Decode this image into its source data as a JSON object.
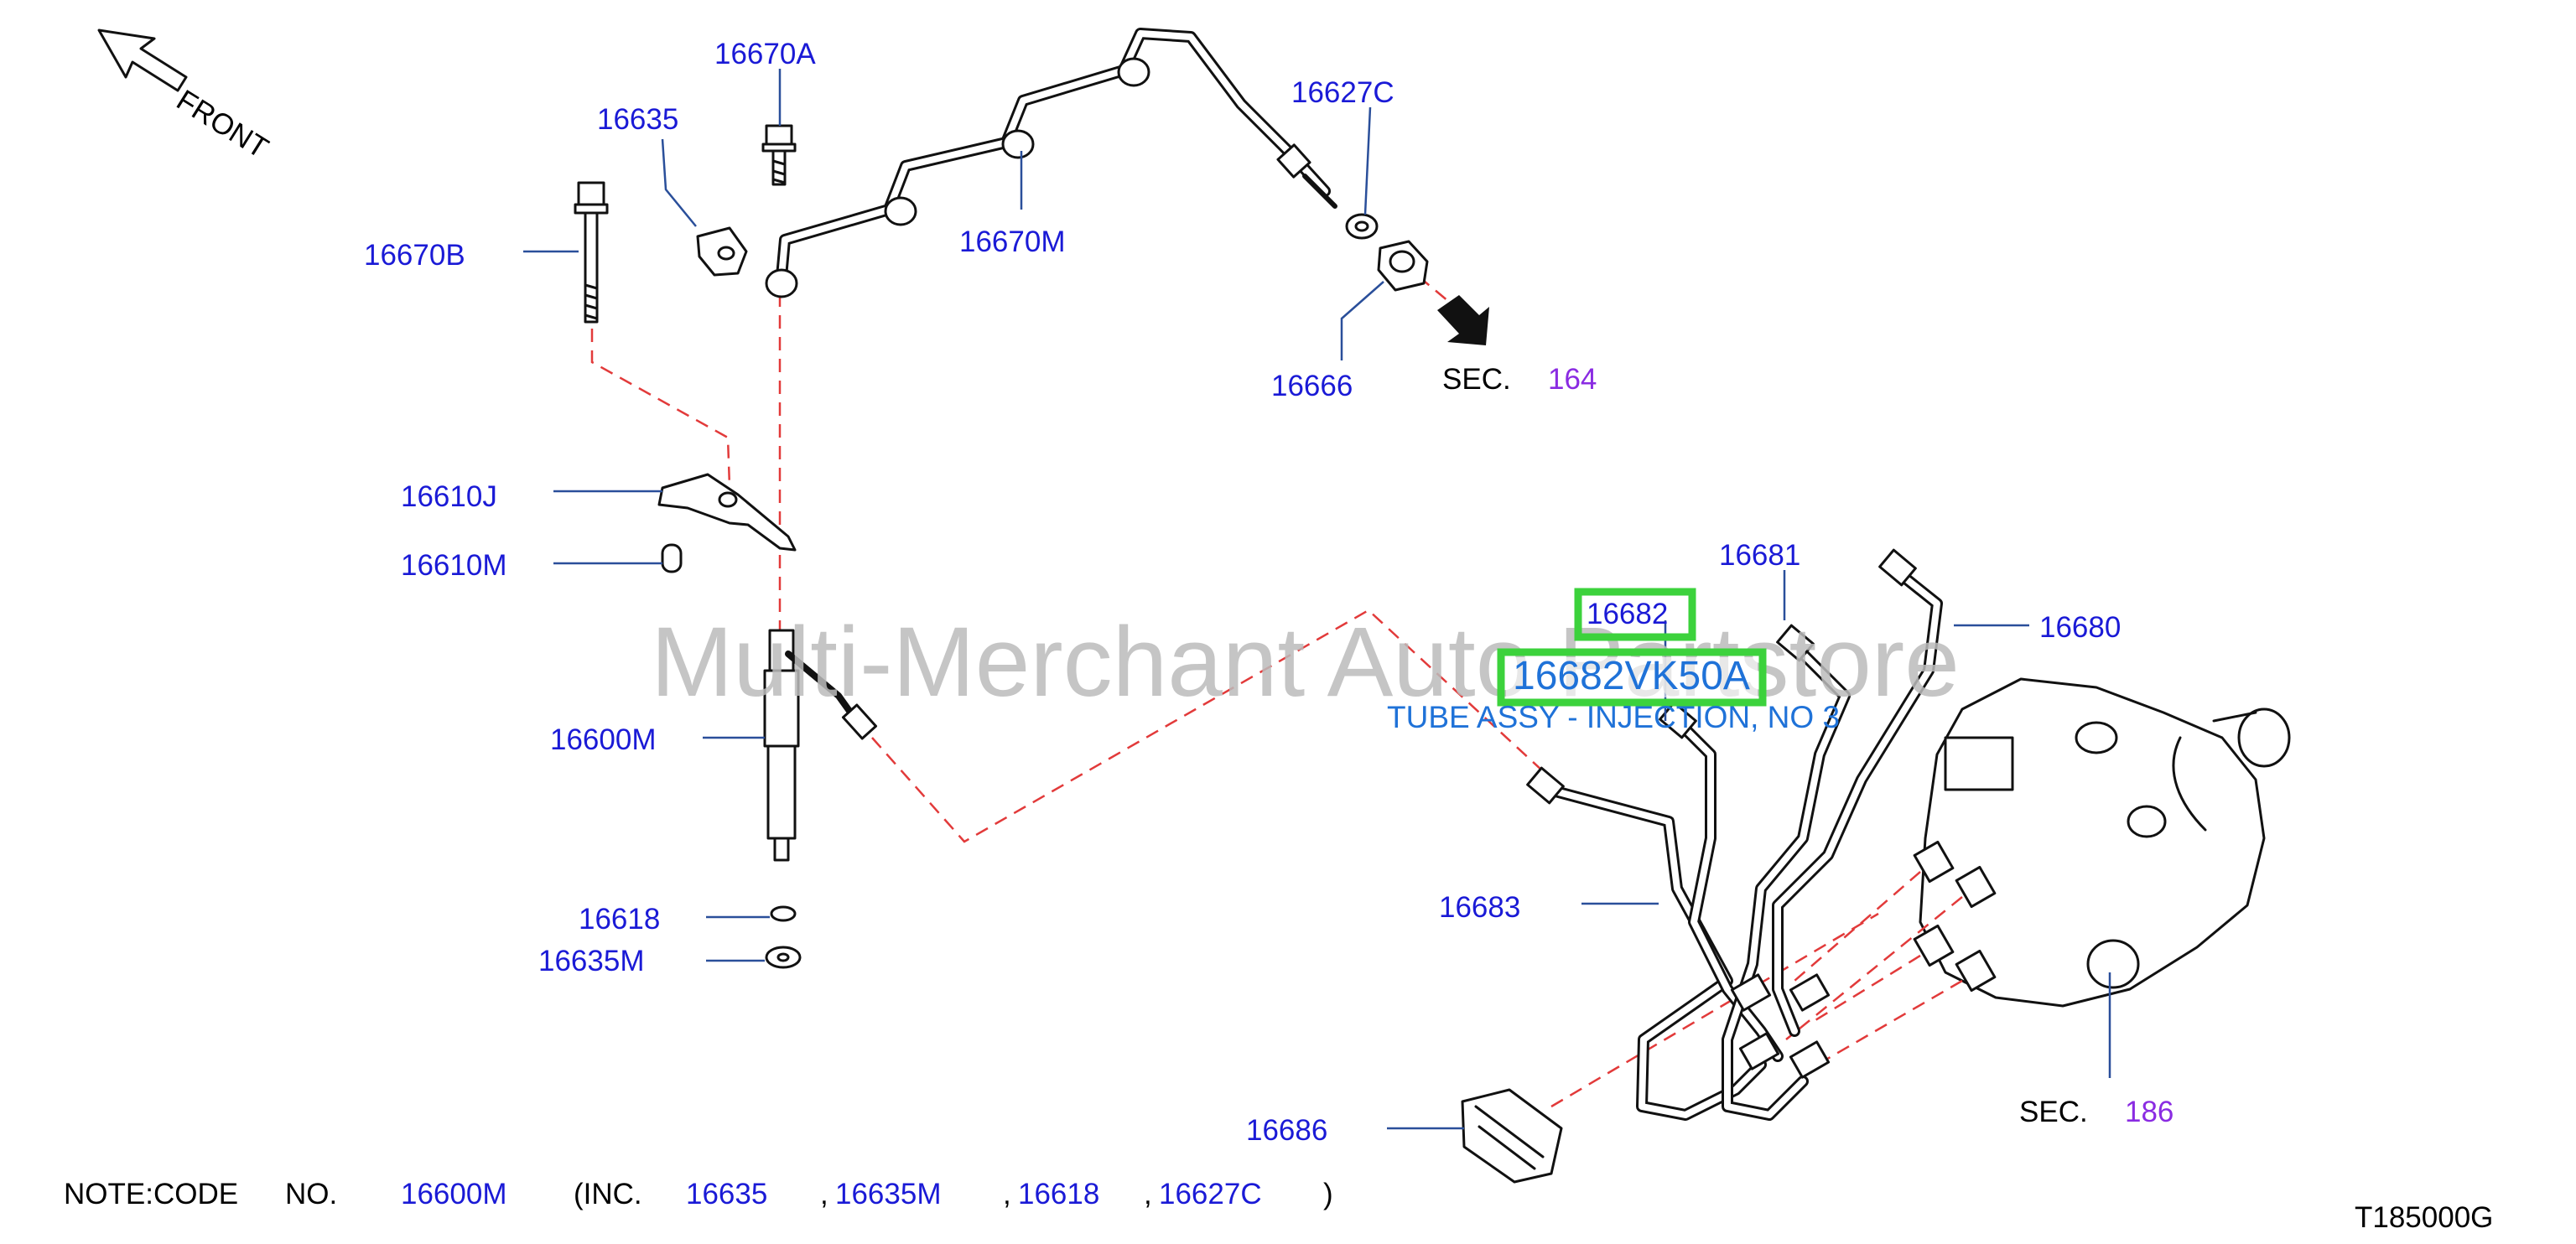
{
  "front_label": "FRONT",
  "watermark": "Multi-Merchant Auto Partstore",
  "parts": {
    "p16670A": "16670A",
    "p16635": "16635",
    "p16670B": "16670B",
    "p16670M": "16670M",
    "p16627C": "16627C",
    "p16666": "16666",
    "p16610J": "16610J",
    "p16610M": "16610M",
    "p16600M": "16600M",
    "p16618": "16618",
    "p16635M": "16635M",
    "p16681": "16681",
    "p16680": "16680",
    "p16683": "16683",
    "p16686": "16686"
  },
  "sections": {
    "sec_label_1": "SEC.",
    "sec_num_1": "164",
    "sec_label_2": "SEC.",
    "sec_num_2": "186"
  },
  "highlight": {
    "part": "16682",
    "code": "16682VK50A",
    "description": "TUBE ASSY - INJECTION, NO 3"
  },
  "note": {
    "prefix": "NOTE:CODE",
    "no": "NO.",
    "main_code": "16600M",
    "inc_open": "(INC.",
    "inc_1": "16635",
    "sep_1": ",",
    "inc_2": "16635M",
    "sep_2": ",",
    "inc_3": "16618",
    "sep_3": ",",
    "inc_4": "16627C",
    "close": ")"
  },
  "diagram_id": "T185000G",
  "colors": {
    "part_number": "#1a1ad6",
    "section_number": "#8a2be2",
    "highlight_box": "#3cd23c",
    "dashed_line": "#e23a3a",
    "description": "#1f72d8"
  }
}
